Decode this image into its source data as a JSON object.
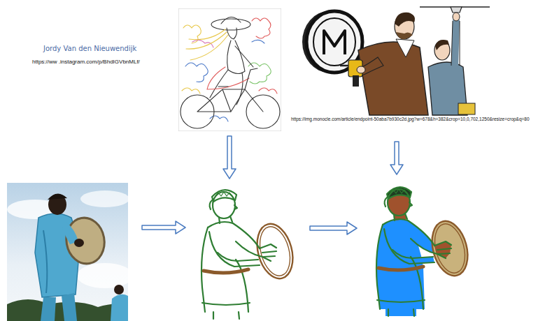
{
  "diagram": {
    "labels": [
      "Jordy Van den Nieuwendijk",
      "https://ww .instagram.com/p/BhdIGVbnMLf/",
      "https://img.monocle.com/article/endpoint-50aba7b930c2d.jpg?w=678&h=382&crop=10,0,702,1250&resize=crop&q=80"
    ]
  }
}
